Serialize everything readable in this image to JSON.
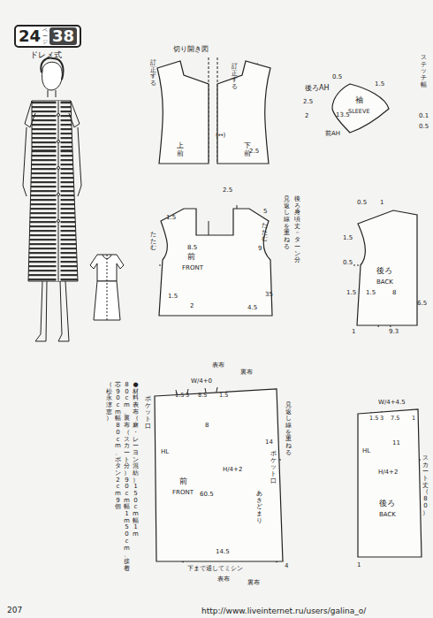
{
  "diagram": {
    "nodes": [
      {
        "text": [
          "24",
          "ページ",
          "38"
        ]
      },
      {
        "text": [
          "上前"
        ]
      },
      {
        "text": [
          "下前"
        ]
      },
      {
        "text": [
          "袖",
          "SLEEVE"
        ]
      },
      {
        "text": [
          "前",
          "FRONT"
        ]
      },
      {
        "text": [
          "後ろ",
          "BACK"
        ]
      },
      {
        "text": [
          "前",
          "FRONT"
        ]
      },
      {
        "text": [
          "後ろ",
          "BACK"
        ]
      }
    ],
    "labels": [
      "ドレメ式",
      "切り開き図",
      "訂正する",
      "訂正する",
      "2.5",
      "(↔)",
      "後ろAH",
      "0.5",
      "1.5",
      "2.5",
      "13.5",
      "2",
      "前AH",
      "ステッチ幅",
      "0.1",
      "0.5",
      "2.5",
      "1.5",
      "8.5",
      "9",
      "5",
      "たたむ",
      "たたむ",
      "1.5",
      "2",
      "4.5",
      "35",
      "後ろ身頃丈－ターン分",
      "見返し線を重ねる",
      "0.5",
      "1",
      "1.5",
      "0.5",
      "1.5",
      "1.5",
      "8",
      "1",
      "9.3",
      "6.5",
      "表布",
      "裏布",
      "W/4+0",
      "1.5",
      "3",
      "8.5",
      "1.5",
      "8",
      "HL",
      "H/4+2",
      "60.5",
      "14.5",
      "ポケット口",
      "14",
      "ポケット口",
      "あきどまり",
      "見返し線を重ねる",
      "下まで通してミシン",
      "表布",
      "裏布",
      "4",
      "W/4+4.5",
      "1.5",
      "3",
      "7.5",
      "1",
      "11",
      "HL",
      "H/4+2",
      "スカート丈（80）",
      "1",
      "●材料　表布（麻・レーヨン混紡）150cm幅1m",
      "80cm、裏布（スカート分）90cm幅1m50cm、接着",
      "芯90cm幅80cm、ボタン2cm9個",
      "（松永涼恵）",
      "207",
      "http://www.liveinternet.ru/users/galina_o/"
    ]
  }
}
